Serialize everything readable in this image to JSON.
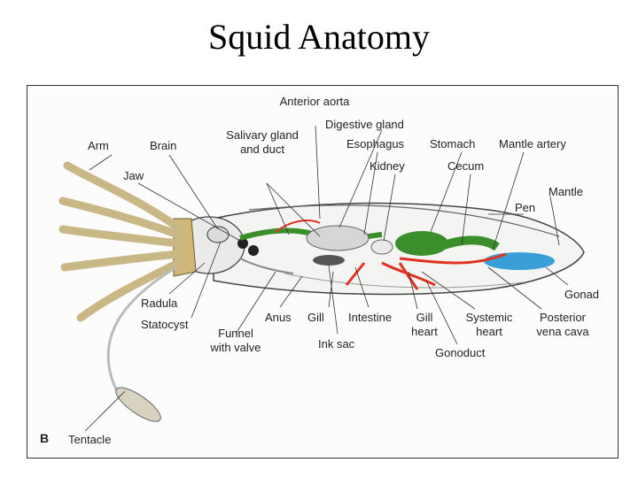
{
  "title": "Squid Anatomy",
  "diagram": {
    "panel_letter": "B",
    "labels": {
      "arm": "Arm",
      "brain": "Brain",
      "jaw": "Jaw",
      "anterior_aorta": "Anterior aorta",
      "salivary_gland_and_duct": "Salivary gland and duct",
      "digestive_gland": "Digestive gland",
      "esophagus": "Esophagus",
      "stomach": "Stomach",
      "mantle_artery": "Mantle artery",
      "kidney": "Kidney",
      "cecum": "Cecum",
      "mantle": "Mantle",
      "pen": "Pen",
      "radula": "Radula",
      "statocyst": "Statocyst",
      "funnel_with_valve": "Funnel with valve",
      "anus": "Anus",
      "gill": "Gill",
      "intestine": "Intestine",
      "gill_heart": "Gill heart",
      "systemic_heart": "Systemic heart",
      "posterior_vena_cava": "Posterior vena cava",
      "gonad": "Gonad",
      "ink_sac": "Ink sac",
      "gonoduct": "Gonoduct",
      "tentacle": "Tentacle"
    },
    "colors": {
      "digestive_tract": "#3a8f2a",
      "blood_vessels": "#e0321e",
      "gonad": "#3a9fd8",
      "arms": "#d8c79a",
      "head": "#d2b77a",
      "outline": "#444444",
      "ink_sac": "#555555"
    }
  }
}
